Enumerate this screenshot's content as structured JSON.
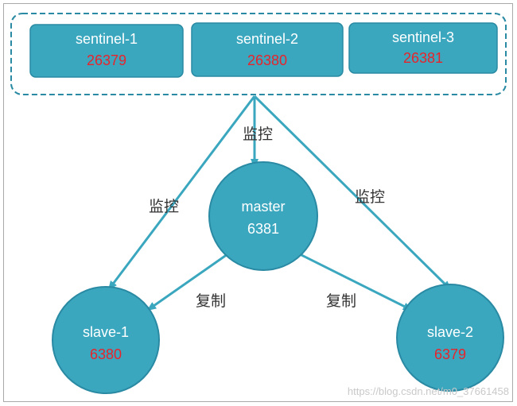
{
  "colors": {
    "node_fill": "#3aa7bf",
    "node_stroke": "#2a8aa3",
    "port_text": "#e8242b",
    "arrow": "#3aa7bf",
    "group_border": "#2a8aa3"
  },
  "sentinels": [
    {
      "name": "sentinel-1",
      "port": "26379"
    },
    {
      "name": "sentinel-2",
      "port": "26380"
    },
    {
      "name": "sentinel-3",
      "port": "26381"
    }
  ],
  "master": {
    "name": "master",
    "port": "6381"
  },
  "slaves": [
    {
      "name": "slave-1",
      "port": "6380"
    },
    {
      "name": "slave-2",
      "port": "6379"
    }
  ],
  "edge_labels": {
    "monitor_master": "监控",
    "monitor_slave1": "监控",
    "monitor_slave2": "监控",
    "replicate_slave1": "复制",
    "replicate_slave2": "复制"
  },
  "watermark": "https://blog.csdn.net/m0_37661458"
}
